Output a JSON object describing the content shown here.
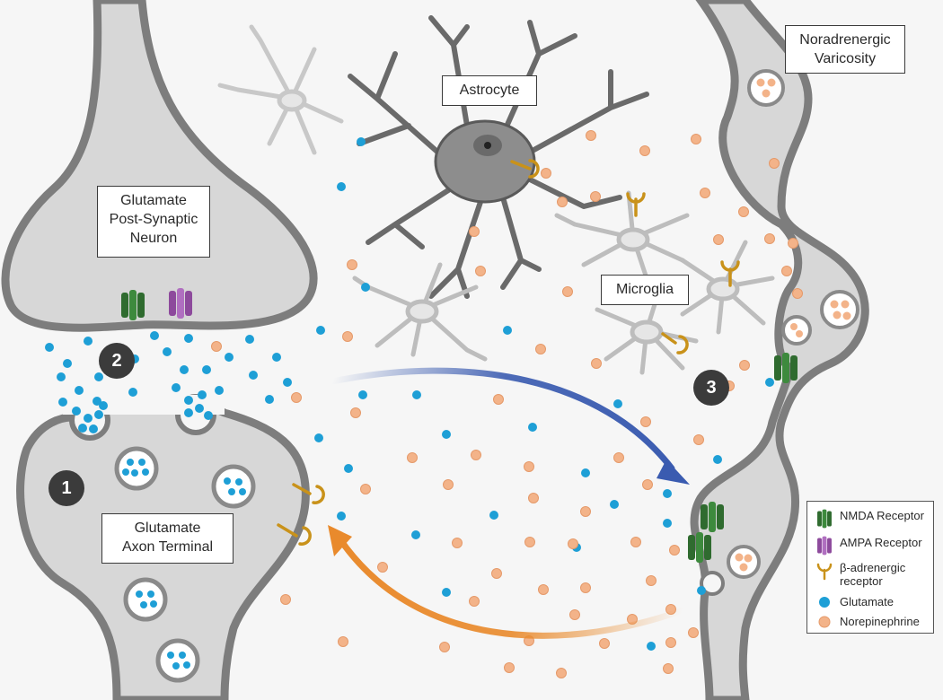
{
  "labels": {
    "post_synaptic": [
      "Glutamate",
      "Post-Synaptic",
      "Neuron"
    ],
    "axon_terminal": [
      "Glutamate",
      "Axon Terminal"
    ],
    "astrocyte": "Astrocyte",
    "microglia": "Microglia",
    "noradrenergic": [
      "Noradrenergic",
      "Varicosity"
    ]
  },
  "steps": [
    "1",
    "2",
    "3"
  ],
  "legend": {
    "nmda": "NMDA Receptor",
    "ampa": "AMPA Receptor",
    "beta_line1": "β-adrenergic",
    "beta_line2": "receptor",
    "glutamate": "Glutamate",
    "norepinephrine": "Norepinephrine"
  },
  "colors": {
    "cell_fill": "#d7d7d7",
    "cell_stroke": "#7d7d7d",
    "glia_fill": "#eeeeee",
    "glutamate": "#1e9fd6",
    "norepinephrine": "#f3b389",
    "nmda": "#2f6b2f",
    "ampa": "#a259b0",
    "beta_receptor": "#c9921a",
    "arrow_blue": "#3a5bb0",
    "arrow_orange": "#e98a2c"
  }
}
